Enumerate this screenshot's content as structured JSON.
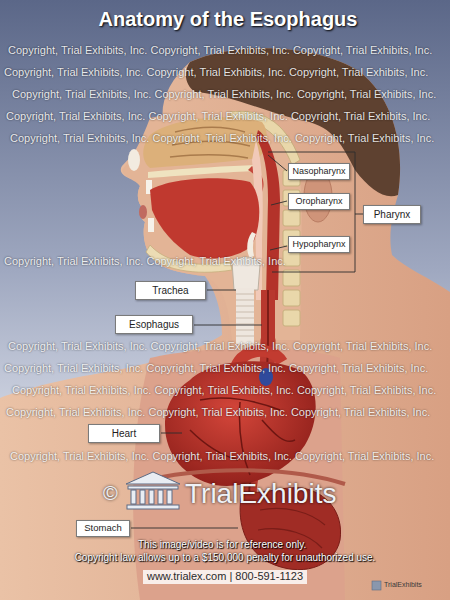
{
  "diagram": {
    "title": "Anatomy of the Esophagus",
    "nodes": [
      {
        "text": [
          "Nasopharynx"
        ]
      },
      {
        "text": [
          "Oropharynx"
        ]
      },
      {
        "text": [
          "Pharynx"
        ]
      },
      {
        "text": [
          "Hypopharynx"
        ]
      },
      {
        "text": [
          "Trachea"
        ]
      },
      {
        "text": [
          "Esophagus"
        ]
      },
      {
        "text": [
          "Heart"
        ]
      },
      {
        "text": [
          "Stomach"
        ]
      }
    ],
    "labels": [
      "Copyright, Trial Exhibits, Inc. Copyright, Trial Exhibits, Inc. Copyright, Trial Exhibits, Inc.",
      "Copyright, Trial Exhibits, Inc. Copyright, Trial Exhibits, Inc. Copyright, Trial Exhibits, Inc.",
      "Copyright, Trial Exhibits, Inc. Copyright, Trial Exhibits, Inc. Copyright, Trial Exhibits, Inc.",
      "Copyright, Trial Exhibits, Inc. Copyright, Trial Exhibits, Inc. Copyright, Trial Exhibits, Inc.",
      "Copyright, Trial Exhibits, Inc. Copyright, Trial Exhibits, Inc. Copyright, Trial Exhibits, Inc.",
      "Copyright, Trial Exhibits, Inc. Copyright, Trial Exhibits, Inc.",
      "Copyright, Trial Exhibits, Inc. Copyright, Trial Exhibits, Inc. Copyright, Trial Exhibits, Inc.",
      "Copyright, Trial Exhibits, Inc. Copyright, Trial Exhibits, Inc. Copyright, Trial Exhibits, Inc.",
      "Copyright, Trial Exhibits, Inc. Copyright, Trial Exhibits, Inc. Copyright, Trial Exhibits, Inc.",
      "Copyright, Trial Exhibits, Inc. Copyright, Trial Exhibits, Inc. Copyright, Trial Exhibits, Inc.",
      "Copyright, Trial Exhibits, Inc. Copyright, Trial Exhibits, Inc. Copyright, Trial Exhibits, Inc.",
      "©",
      "TrialExhibits",
      "This image/video is for reference only.",
      "Copyright law allows up to a $150,000 penalty for unauthorized use.",
      "www.trialex.com | 800-591-1123",
      "TrialExhibits"
    ]
  }
}
